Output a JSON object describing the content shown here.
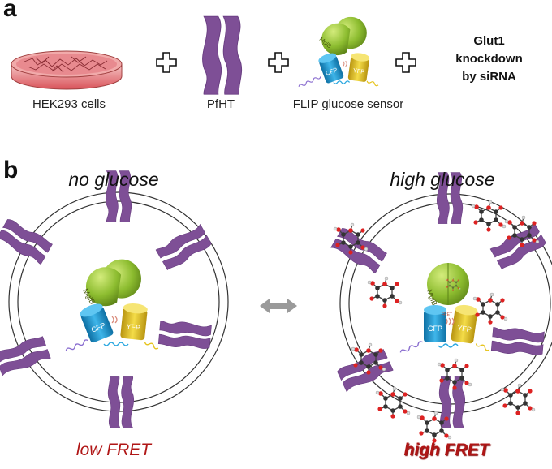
{
  "panel_a": {
    "letter": "a",
    "items": [
      {
        "label": "HEK293 cells"
      },
      {
        "label": "PfHT"
      },
      {
        "label": "FLIP glucose sensor"
      }
    ],
    "knockdown_lines": [
      "Glut1",
      "knockdown",
      "by siRNA"
    ]
  },
  "panel_b": {
    "letter": "b",
    "left_title": "no glucose",
    "right_title": "high glucose",
    "left_result": "low FRET",
    "right_result": "high FRET"
  },
  "sensor_labels": {
    "binding_protein": "MglB",
    "donor": "CFP",
    "acceptor": "YFP",
    "fret": "FRET"
  },
  "colors": {
    "transporter": "#7e4f96",
    "cfp": "#1e9bd6",
    "yfp": "#e8c51d",
    "mglb": "#8cbc2f",
    "result_text": "#b01616",
    "arrow": "#9a9a9a"
  }
}
